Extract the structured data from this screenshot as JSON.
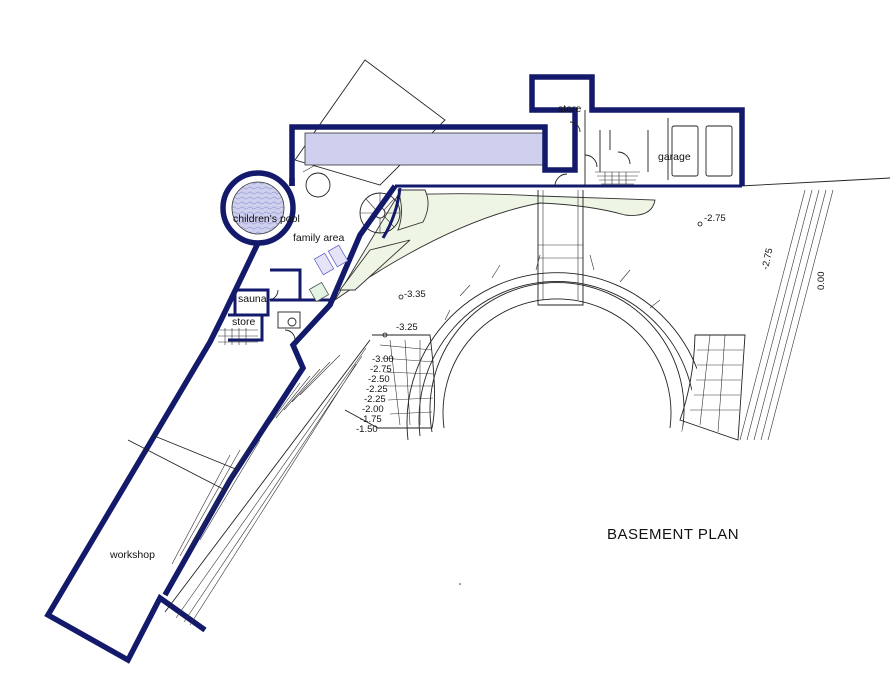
{
  "plan_title": "BASEMENT PLAN",
  "rooms": {
    "store_top": "store",
    "garage": "garage",
    "childrens_pool": "children's pool",
    "family_area": "family area",
    "sauna": "sauna",
    "store_side": "store",
    "workshop": "workshop"
  },
  "levels": {
    "garden": "-2.75",
    "plaza": "-3.35",
    "steps_top": "-3.25",
    "slope_upper": "-2.75",
    "ground": "0.00",
    "stairs": [
      "-3.00",
      "-2.75",
      "-2.50",
      "-2.25",
      "-2.25",
      "-2.00",
      "-1.75",
      "-1.50"
    ]
  },
  "colors": {
    "wall": "#131a6b",
    "pool_fill": "#cfd0ee",
    "planting_fill": "#eef5e4"
  }
}
